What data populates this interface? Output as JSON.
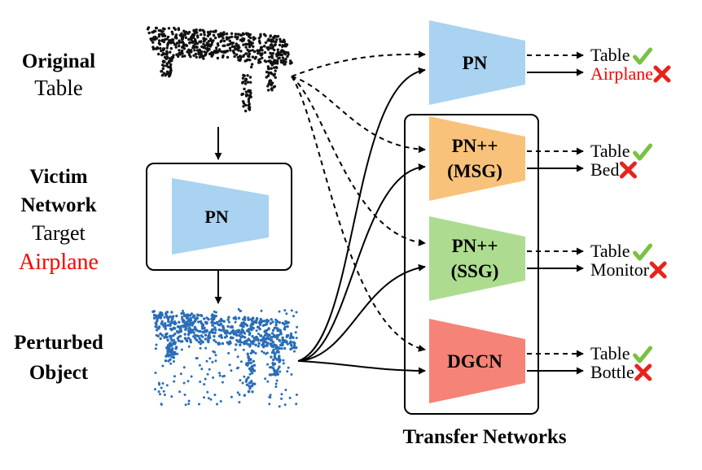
{
  "left_labels": {
    "original": [
      "Original",
      "Table"
    ],
    "victim": [
      "Victim",
      "Network",
      "Target",
      "Airplane"
    ],
    "perturbed": [
      "Perturbed",
      "Object"
    ]
  },
  "victim_network": "PN",
  "networks": [
    {
      "id": "pn",
      "label": [
        "PN"
      ],
      "fill": "#a9d3f0",
      "clean": "Table",
      "adv": "Airplane",
      "adv_red": true
    },
    {
      "id": "pnpp-msg",
      "label": [
        "PN++",
        "(MSG)"
      ],
      "fill": "#f9c27a",
      "clean": "Table",
      "adv": "Bed",
      "adv_red": false
    },
    {
      "id": "pnpp-ssg",
      "label": [
        "PN++",
        "(SSG)"
      ],
      "fill": "#addc90",
      "clean": "Table",
      "adv": "Monitor",
      "adv_red": false
    },
    {
      "id": "dgcn",
      "label": [
        "DGCN"
      ],
      "fill": "#f58378",
      "clean": "Table",
      "adv": "Bottle",
      "adv_red": false
    }
  ],
  "group_label": "Transfer Networks",
  "colors": {
    "accent_red": "#ff0000",
    "check_green": "#7ac142",
    "cross_red": "#e8231b",
    "original_points": "#111111",
    "perturbed_points": "#2a6db8"
  },
  "icons": {
    "correct": "check-icon",
    "wrong": "cross-icon"
  }
}
